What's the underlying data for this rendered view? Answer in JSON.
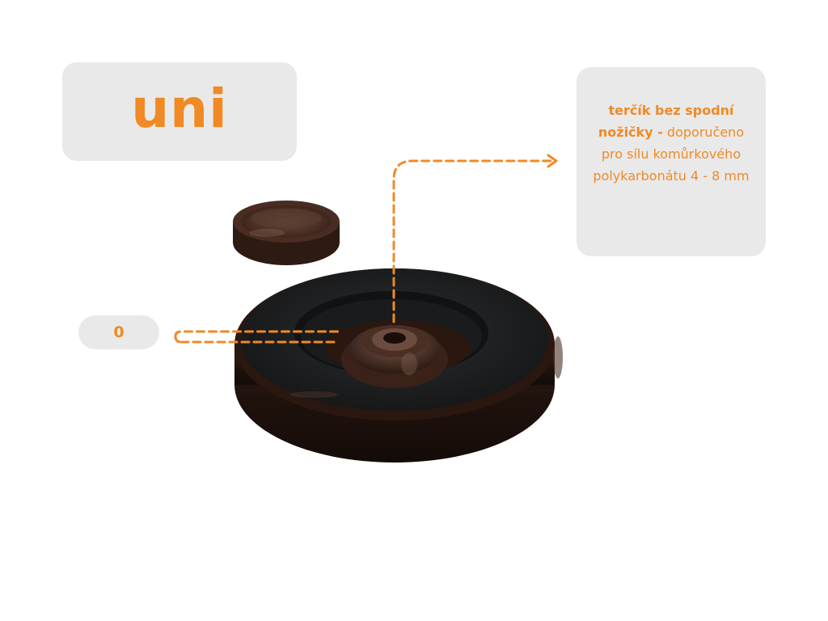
{
  "title": "uni",
  "info": {
    "bold": "terčík bez spodní nožičky -",
    "text": "doporučeno pro sílu komůrkového polykarbonátu 4 - 8 mm"
  },
  "pill_label": "0",
  "colors": {
    "accent": "#f08a24",
    "box_bg": "#e9e9e9",
    "product_dark": "#2a1a14",
    "foam": "#1b1d1e"
  }
}
